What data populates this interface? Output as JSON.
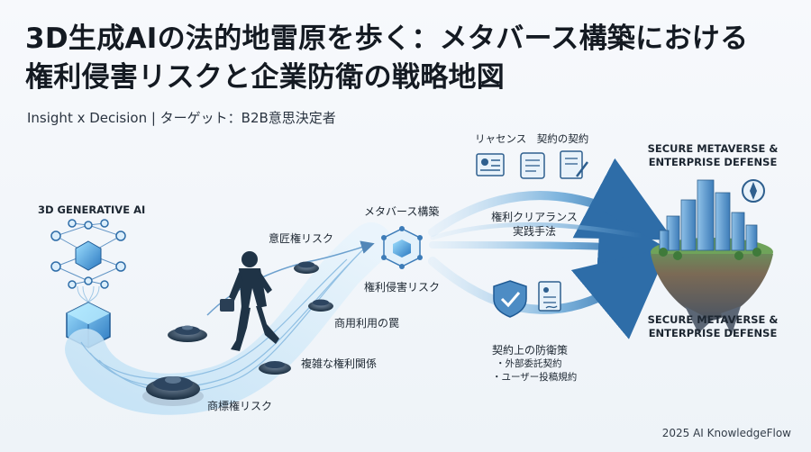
{
  "title_line1": "3D生成AIの法的地雷原を歩く：メタバース構築における",
  "title_line2": "権利侵害リスクと企業防衛の戦略地図",
  "subtitle": "Insight x Decision | ターゲット：B2B意思決定者",
  "source_label": "3D GENERATIVE AI",
  "risks": {
    "design": "意匠権リスク",
    "commercial": "商用利用の罠",
    "complex": "複雑な権利関係",
    "trademark": "商標権リスク"
  },
  "metaverse_label": "メタバース構築",
  "infringement_label": "権利侵害リスク",
  "top_docs_label": "リャセンス　契約の契約",
  "clearance_label": [
    "権利クリアランス",
    "実践手法"
  ],
  "defense": {
    "title": "契約上の防衛策",
    "items": [
      "・外部委託契約",
      "・ユーザー投稿規約"
    ]
  },
  "goal_label_top": [
    "SECURE METAVERSE &",
    "ENTERPRISE DEFENSE"
  ],
  "goal_label_bottom": [
    "SECURE METAVERSE &",
    "ENTERPRISE DEFENSE"
  ],
  "footer": "2025 AI KnowledgeFlow",
  "colors": {
    "accent_blue": "#3f7fb8",
    "light_blue": "#9cc9ea",
    "dark_navy": "#1f3346",
    "background": "#f4f7fb"
  },
  "icons": [
    "neural-network-icon",
    "cube-icon",
    "businessman-icon",
    "mine-icon",
    "certificate-icon",
    "scroll-icon",
    "document-pen-icon",
    "shield-check-icon",
    "contract-icon",
    "compass-icon",
    "floating-city-island"
  ]
}
